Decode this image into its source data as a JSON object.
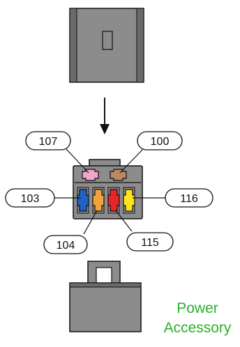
{
  "colors": {
    "outline": "#111111",
    "housing": "#8c8c8c",
    "housing_dark": "#6a6a6a",
    "caption": "#2ab02a",
    "wire_pink": "#f0a6c8",
    "wire_tan": "#b98a62",
    "wire_blue": "#1f63c9",
    "wire_orange": "#f2a23a",
    "wire_red": "#e8262a",
    "wire_yellow": "#ffe21a"
  },
  "callouts": {
    "c107": "107",
    "c100": "100",
    "c103": "103",
    "c116": "116",
    "c104": "104",
    "c115": "115"
  },
  "caption": {
    "line1": "Power",
    "line2": "Accessory"
  }
}
